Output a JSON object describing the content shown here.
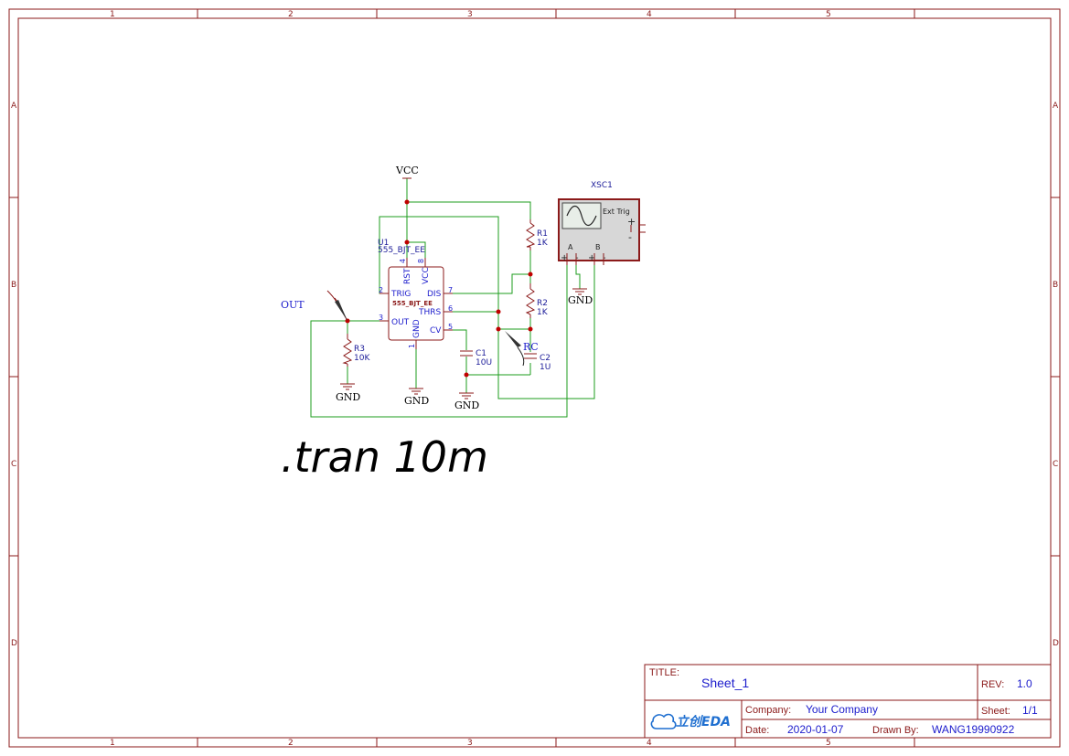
{
  "sheet": {
    "columns": [
      "1",
      "2",
      "3",
      "4",
      "5"
    ],
    "rows": [
      "A",
      "B",
      "C",
      "D"
    ]
  },
  "spice_directive": ".tran 10m",
  "net_labels": {
    "vcc": "VCC",
    "out": "OUT",
    "rc": "RC",
    "gnd": "GND"
  },
  "components": {
    "u1": {
      "designator": "U1",
      "value": "555_BJT_EE",
      "body_label": "555_BJT_EE",
      "pins": {
        "rst": "RST",
        "vcc": "VCC",
        "trig": "TRIG",
        "dis": "DIS",
        "thrs": "THRS",
        "out": "OUT",
        "cv": "CV",
        "gnd": "GND"
      },
      "pin_numbers": {
        "rst": "4",
        "vcc": "8",
        "trig": "2",
        "dis": "7",
        "thrs": "6",
        "out": "3",
        "cv": "5",
        "gnd": "1"
      }
    },
    "r1": {
      "designator": "R1",
      "value": "1K"
    },
    "r2": {
      "designator": "R2",
      "value": "1K"
    },
    "r3": {
      "designator": "R3",
      "value": "10K"
    },
    "c1": {
      "designator": "C1",
      "value": "10U"
    },
    "c2": {
      "designator": "C2",
      "value": "1U"
    },
    "xsc1": {
      "designator": "XSC1",
      "ext_trig": "Ext Trig",
      "channel_a": "A",
      "channel_b": "B",
      "plus": "+",
      "minus": "-"
    }
  },
  "title_block": {
    "title_label": "TITLE:",
    "title_value": "Sheet_1",
    "rev_label": "REV:",
    "rev_value": "1.0",
    "logo_text": "立创EDA",
    "company_label": "Company:",
    "company_value": "Your Company",
    "sheet_label": "Sheet:",
    "sheet_value": "1/1",
    "date_label": "Date:",
    "date_value": "2020-01-07",
    "drawn_label": "Drawn By:",
    "drawn_value": "WANG19990922"
  },
  "colors": {
    "frame": "#8b1a1a",
    "wire": "#1e9c1e",
    "junction": "#c00000",
    "pin_text": "#1c1ccc"
  }
}
